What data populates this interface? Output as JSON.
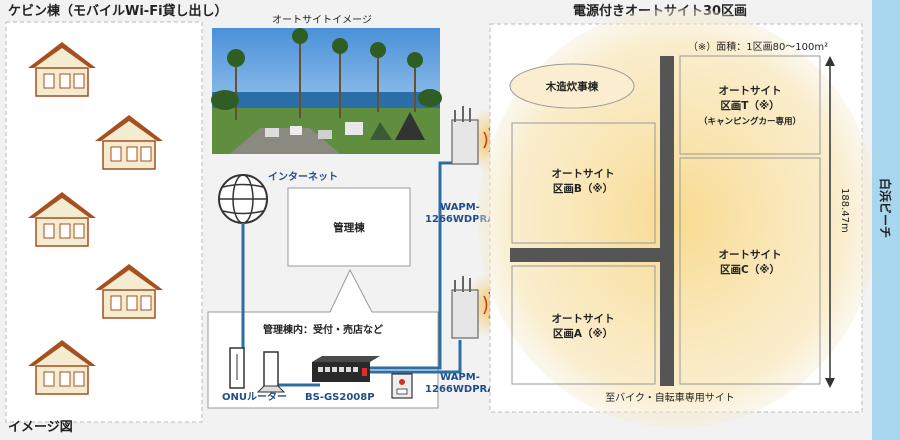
{
  "titles": {
    "cabin": "ケビン棟（モバイルWi-Fi貸し出し）",
    "photo": "オートサイトイメージ",
    "campsite": "電源付きオートサイト30区画",
    "image_fig": "イメージ図"
  },
  "network": {
    "internet": "インターネット",
    "management": "管理棟",
    "inside": "管理棟内：受付・売店など",
    "onu": "ONUルーター",
    "switch": "BS-GS2008P",
    "ap_upper_1": "WAPM-",
    "ap_upper_2": "1266WDPRA",
    "ap_lower_1": "WAPM-",
    "ap_lower_2": "1266WDPRA"
  },
  "site": {
    "area_note": "（※）面積：1区画80～100m²",
    "kitchen": "木造炊事棟",
    "zone_t_1": "オートサイト",
    "zone_t_2": "区画T（※）",
    "zone_t_3": "（キャンピングカー専用）",
    "zone_b_1": "オートサイト",
    "zone_b_2": "区画B（※）",
    "zone_c_1": "オートサイト",
    "zone_c_2": "区画C（※）",
    "zone_a_1": "オートサイト",
    "zone_a_2": "区画A（※）",
    "length": "188.47m",
    "bottom_note": "至バイク・自転車専用サイト",
    "beach": "白浜ビーチ"
  },
  "colors": {
    "cable": "#2e6da4",
    "glow": "#f6c65a",
    "beach_strip": "#a9d6ef",
    "house_roof": "#a4501f",
    "house_wall": "#f4ecd0"
  }
}
